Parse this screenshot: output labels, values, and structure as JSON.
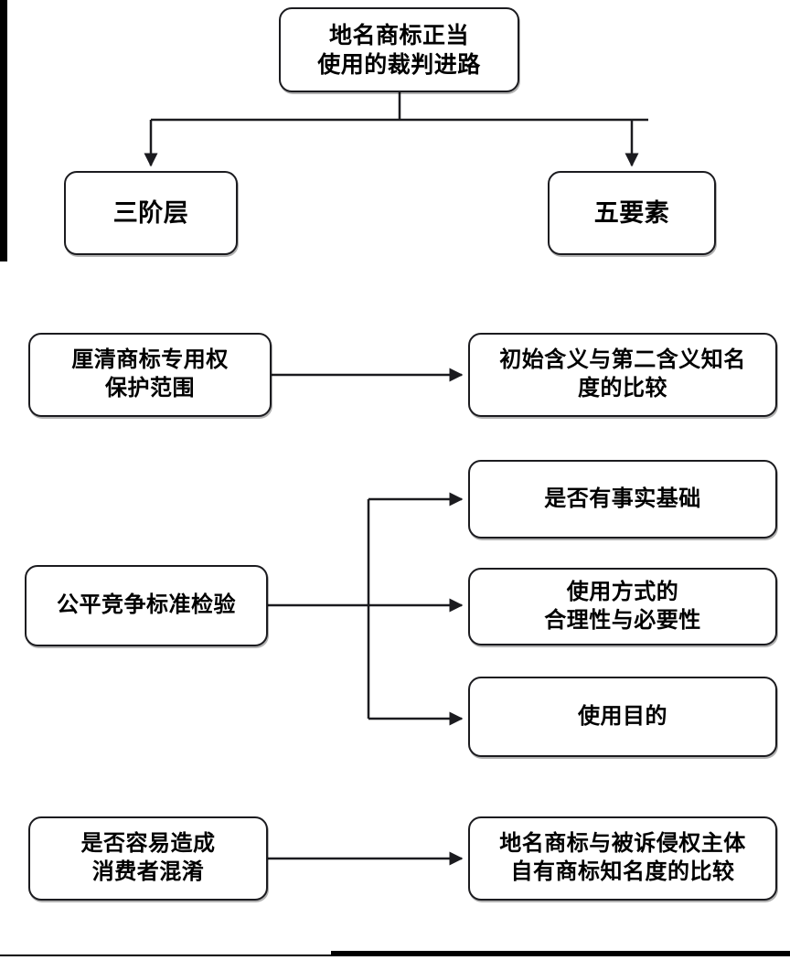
{
  "diagram": {
    "title": "地名商标正当使用的裁判进路",
    "nodes": {
      "root": "地名商标正当\n使用的裁判进路",
      "three_tier": "三阶层",
      "five_elements": "五要素",
      "clarify_scope": "厘清商标专用权\n保护范围",
      "meaning_compare": "初始含义与第二含义知名\n度的比较",
      "fair_competition": "公平竞争标准检验",
      "factual_basis": "是否有事实基础",
      "use_manner": "使用方式的\n合理性与必要性",
      "use_purpose": "使用目的",
      "consumer_confusion": "是否容易造成\n消费者混淆",
      "fame_compare": "地名商标与被诉侵权主体\n自有商标知名度的比较"
    },
    "edges": [
      {
        "from": "root",
        "to": "three_tier",
        "style": "orthogonal-down",
        "arrow": true
      },
      {
        "from": "root",
        "to": "five_elements",
        "style": "orthogonal-down",
        "arrow": true
      },
      {
        "from": "clarify_scope",
        "to": "meaning_compare",
        "style": "straight-right",
        "arrow": true
      },
      {
        "from": "fair_competition",
        "to": "factual_basis",
        "style": "orthogonal-right",
        "arrow": true
      },
      {
        "from": "fair_competition",
        "to": "use_manner",
        "style": "straight-right",
        "arrow": true
      },
      {
        "from": "fair_competition",
        "to": "use_purpose",
        "style": "orthogonal-right",
        "arrow": true
      },
      {
        "from": "consumer_confusion",
        "to": "fame_compare",
        "style": "straight-right",
        "arrow": true
      }
    ],
    "colors": {
      "stroke": "#1b1b1f",
      "fill": "#ffffff",
      "text": "#000000"
    }
  }
}
